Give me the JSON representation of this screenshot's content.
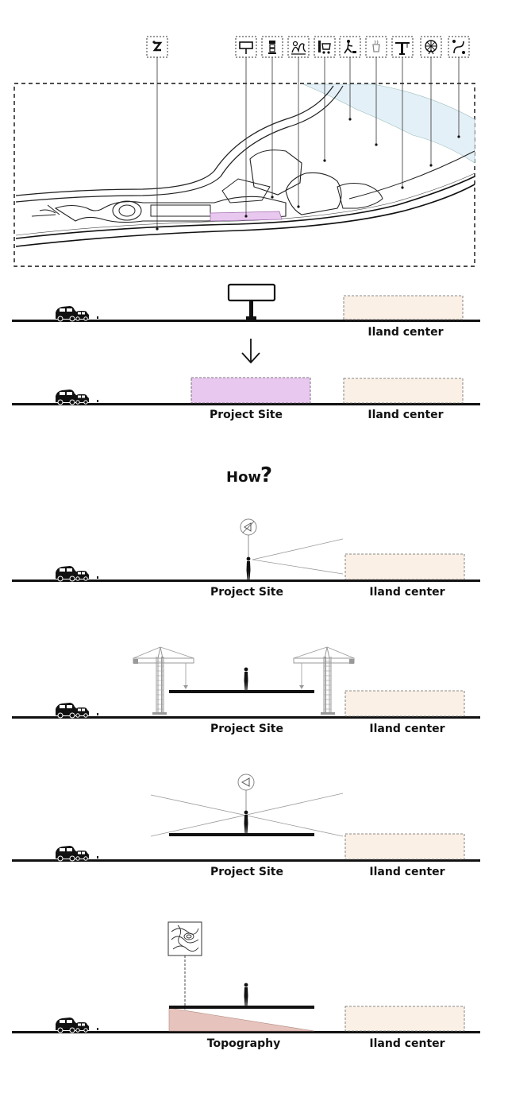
{
  "labels": {
    "island_center": "Iland center",
    "project_site": "Project Site",
    "topography": "Topography",
    "how": "How",
    "question_mark": "?"
  },
  "icons": [
    "path-icon",
    "billboard-icon",
    "tower-icon",
    "plants-icon",
    "shopping-cart-icon",
    "activity-icon",
    "cafe-icon",
    "crane-icon",
    "ferris-wheel-icon",
    "road-curve-icon"
  ],
  "colors": {
    "project_site_fill": "#e9c8f0",
    "island_center_fill": "#fbf0e6",
    "water_fill": "#e4f0f7",
    "topography_fill": "#e6c3bc",
    "ground_line": "#111111"
  }
}
